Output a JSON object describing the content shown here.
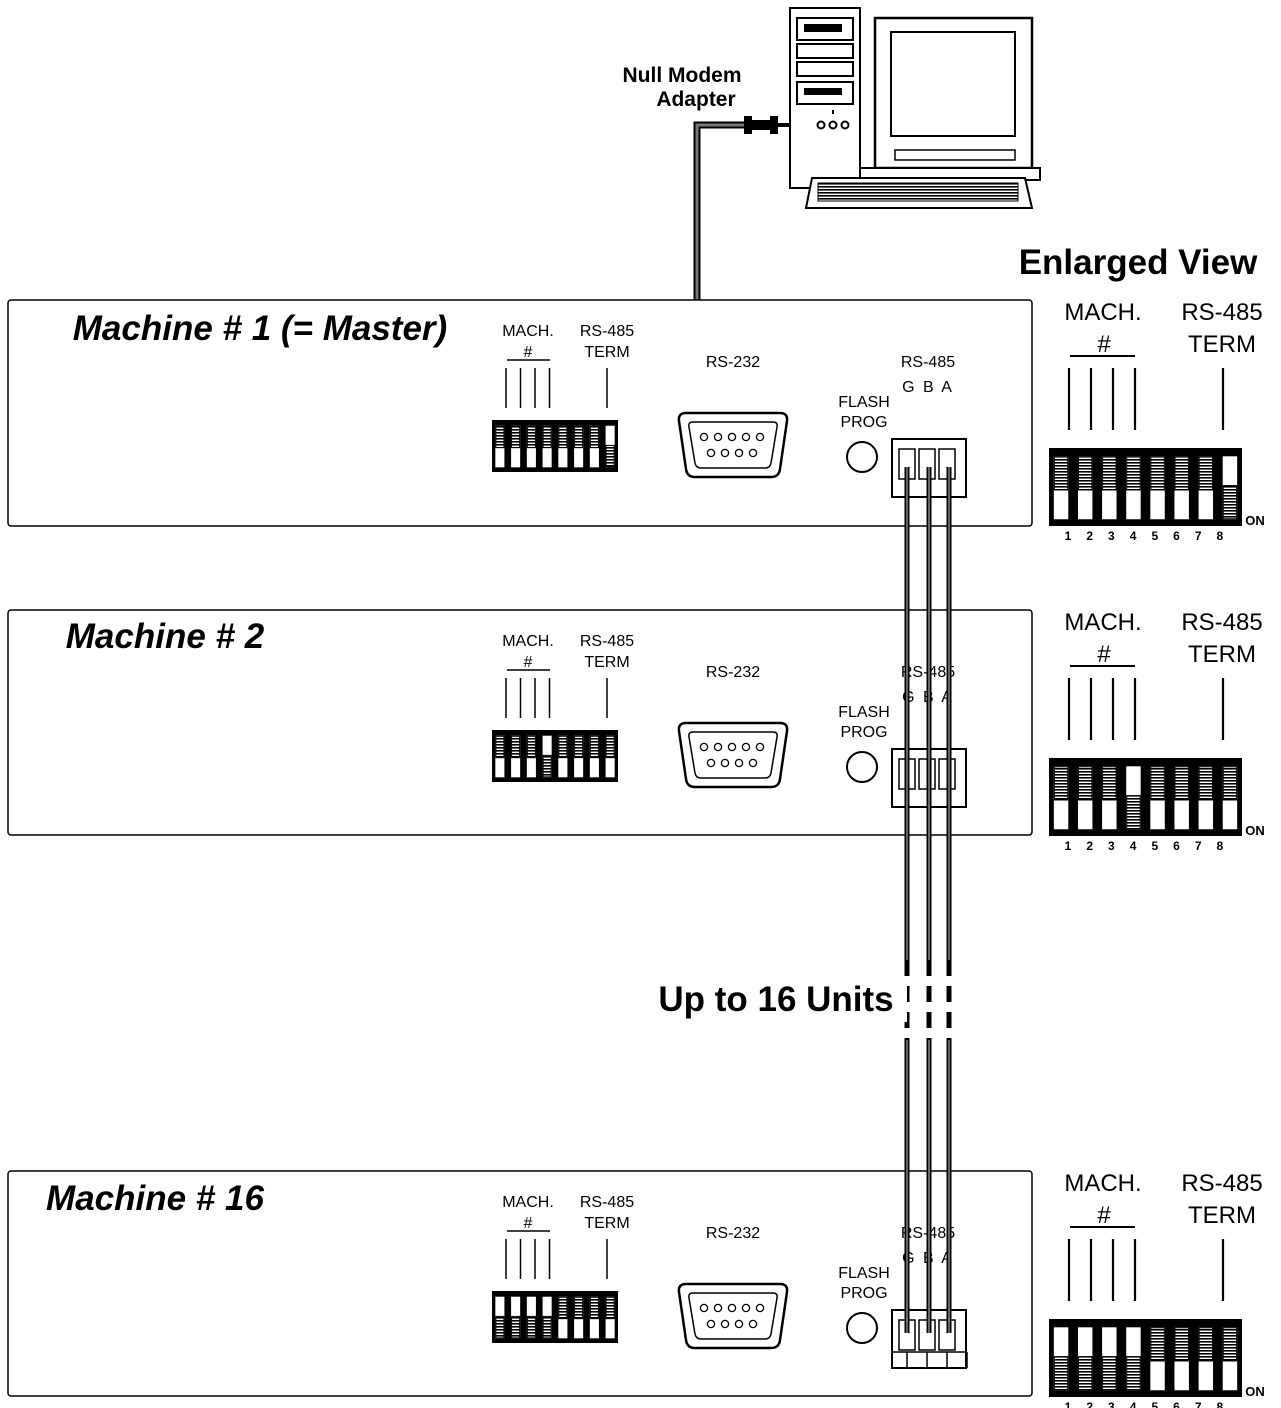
{
  "pc": {
    "adapter_label_line1": "Null Modem",
    "adapter_label_line2": "Adapter"
  },
  "enlarged_view_title": "Enlarged View",
  "units_label": "Up to 16 Units",
  "port_labels": {
    "mach_line1": "MACH.",
    "mach_line2": "#",
    "term_line1": "RS-485",
    "term_line2": "TERM",
    "rs232": "RS-232",
    "rs485": "RS-485",
    "rs485_pins": "G B A",
    "flash_line1": "FLASH",
    "flash_line2": "PROG",
    "on": "ON",
    "switch_numbers": [
      "1",
      "2",
      "3",
      "4",
      "5",
      "6",
      "7",
      "8"
    ]
  },
  "machines": [
    {
      "title": "Machine # 1 (= Master)",
      "dip_on": [
        false,
        false,
        false,
        false,
        false,
        false,
        false,
        true
      ]
    },
    {
      "title": "Machine # 2",
      "dip_on": [
        false,
        false,
        false,
        true,
        false,
        false,
        false,
        false
      ]
    },
    {
      "title": "Machine # 16",
      "dip_on": [
        true,
        true,
        true,
        true,
        false,
        false,
        false,
        false
      ]
    }
  ],
  "colors": {
    "line": "#000000",
    "cable_gray": "#666666",
    "hatch": "#000000",
    "background": "#ffffff"
  }
}
